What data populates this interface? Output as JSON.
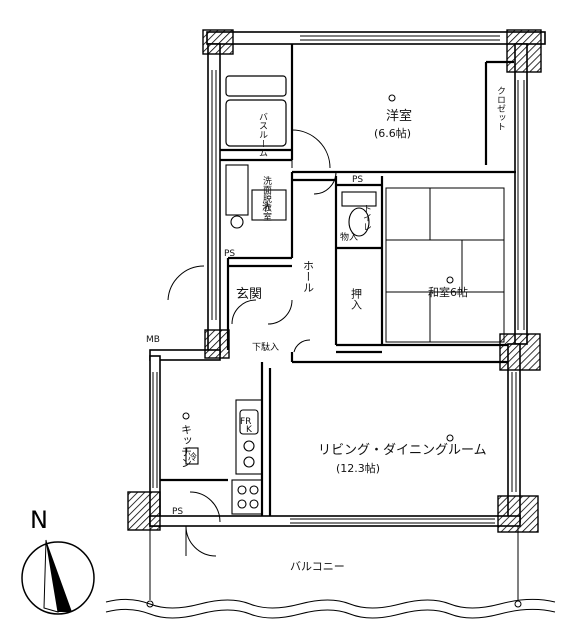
{
  "rooms": {
    "western_room": {
      "name": "洋室",
      "size": "(6.6帖)"
    },
    "closet": {
      "name": "クロゼット"
    },
    "bath": {
      "name": "バスルーム"
    },
    "washroom": {
      "name": "洗面脱衣室"
    },
    "toilet": {
      "name": "トイレ"
    },
    "hall": {
      "name": "ホール"
    },
    "entrance": {
      "name": "玄関"
    },
    "storage": {
      "name": "押入"
    },
    "japanese_room": {
      "name": "和室6帖"
    },
    "kitchen": {
      "name": "キッチン"
    },
    "ldk": {
      "name": "リビング・ダイニングルーム",
      "size": "(12.3帖)"
    },
    "balcony": {
      "name": "バルコニー"
    }
  },
  "fixtures": {
    "shoe_box": "下駄入",
    "mb": "MB",
    "ps_1": "PS",
    "ps_2": "PS",
    "ps_3": "PS",
    "refrigerator": "冷",
    "washer": "洗",
    "fr": "FR",
    "kitchen_counter": "K",
    "shelf": "物入"
  },
  "compass": {
    "label": "N"
  }
}
